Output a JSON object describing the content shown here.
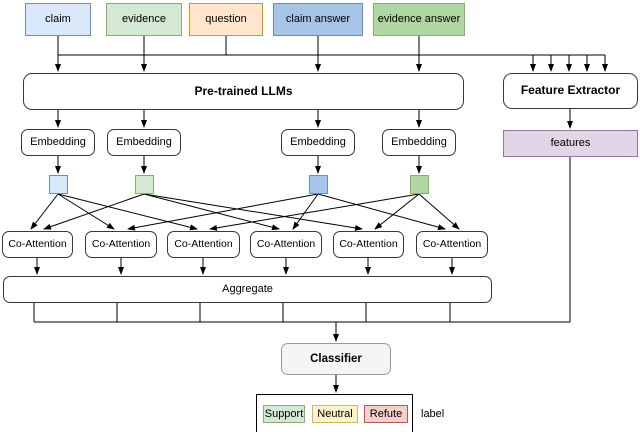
{
  "figure": {
    "inputs": [
      {
        "id": "claim",
        "label": "claim",
        "fill": "#dae8fc",
        "border": "#6c8ebf"
      },
      {
        "id": "evidence",
        "label": "evidence",
        "fill": "#d5e8d4",
        "border": "#82b366"
      },
      {
        "id": "question",
        "label": "question",
        "fill": "#ffe6cc",
        "border": "#d79b00"
      },
      {
        "id": "claim-answer",
        "label": "claim answer",
        "fill": "#a6c4e8",
        "border": "#6c8ebf"
      },
      {
        "id": "evidence-answer",
        "label": "evidence answer",
        "fill": "#b0d7a1",
        "border": "#82b366"
      }
    ],
    "llm_label": "Pre-trained LLMs",
    "feature_extractor_label": "Feature Extractor",
    "embedding_labels": [
      "Embedding",
      "Embedding",
      "Embedding",
      "Embedding"
    ],
    "features": {
      "label": "features",
      "fill": "#e1d5e7",
      "border": "#9673a6"
    },
    "squares": [
      {
        "id": "claim-embedding-square",
        "fill": "#dae8fc",
        "border": "#6c8ebf"
      },
      {
        "id": "evidence-embedding-square",
        "fill": "#d5e8d4",
        "border": "#82b366"
      },
      {
        "id": "claim-answer-embedding-square",
        "fill": "#a6c4e8",
        "border": "#6c8ebf"
      },
      {
        "id": "evidence-answer-embedding-square",
        "fill": "#b0d7a1",
        "border": "#82b366"
      }
    ],
    "co_attention_labels": [
      "Co-Attention",
      "Co-Attention",
      "Co-Attention",
      "Co-Attention",
      "Co-Attention",
      "Co-Attention"
    ],
    "aggregate_label": "Aggregate",
    "classifier": {
      "label": "Classifier",
      "fill": "#f5f5f5",
      "border": "#999999"
    },
    "output": {
      "chips": [
        {
          "label": "Support",
          "fill": "#d5e8d4",
          "border": "#82b366"
        },
        {
          "label": "Neutral",
          "fill": "#fff2cc",
          "border": "#d6b656"
        },
        {
          "label": "Refute",
          "fill": "#f8cecc",
          "border": "#b85450"
        }
      ],
      "caption": "label"
    },
    "colors": {
      "connector": "#000000",
      "node_border": "#383838"
    }
  }
}
